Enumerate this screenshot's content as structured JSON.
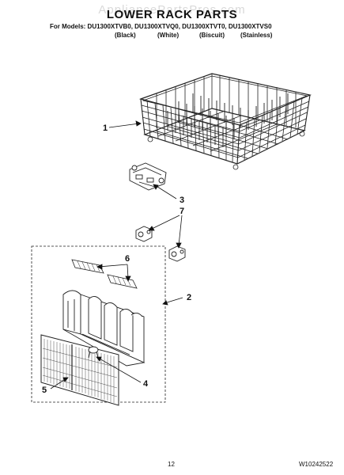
{
  "header": {
    "watermark": "AppliancePartsPros.com",
    "title": "LOWER RACK PARTS",
    "models_line": "For Models: DU1300XTVB0, DU1300XTVQ0, DU1300XTVT0, DU1300XTVS0",
    "finishes": [
      "(Black)",
      "(White)",
      "(Biscuit)",
      "(Stainless)"
    ]
  },
  "callouts": [
    "1",
    "2",
    "3",
    "4",
    "5",
    "6",
    "7"
  ],
  "footer": {
    "page_number": "12",
    "doc_number": "W10242522"
  }
}
